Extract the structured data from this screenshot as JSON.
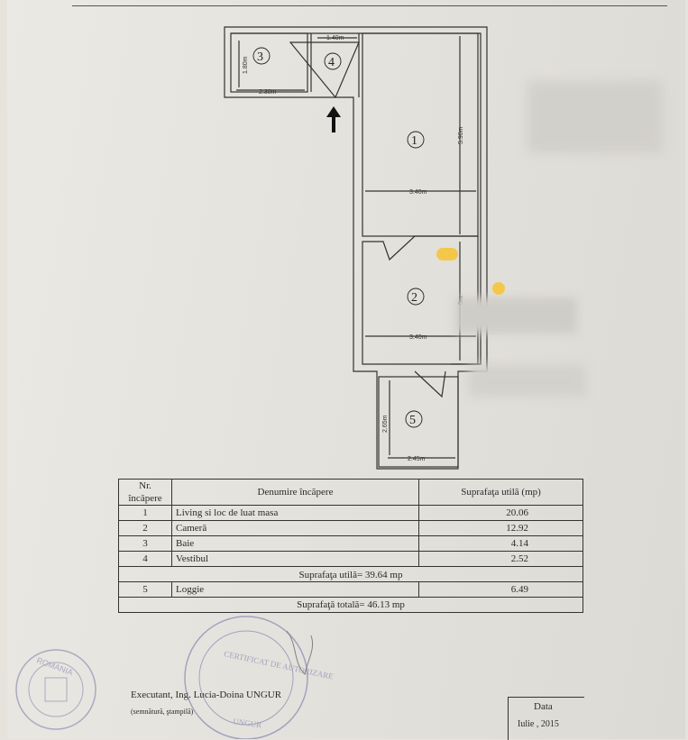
{
  "rooms": [
    {
      "nr": "1",
      "name": "Living si loc de luat masa",
      "area": "20.06"
    },
    {
      "nr": "2",
      "name": "Cameră",
      "area": "12.92"
    },
    {
      "nr": "3",
      "name": "Baie",
      "area": "4.14"
    },
    {
      "nr": "4",
      "name": "Vestibul",
      "area": "2.52"
    }
  ],
  "table": {
    "col_nr": "Nr. încăpere",
    "col_name": "Denumire încăpere",
    "col_area": "Suprafaţa utilă (mp)",
    "useful_total": "Suprafaţa utilă= 39.64 mp",
    "loggia": {
      "nr": "5",
      "name": "Loggie",
      "area": "6.49"
    },
    "grand_total": "Suprafaţă totală= 46.13 mp"
  },
  "footer": {
    "executant": "Executant, Ing. Lucia-Doina UNGUR",
    "signature_note": "(semnătură, ştampilă)",
    "date_label": "Data",
    "date_value": "Iulie , 2015"
  },
  "plan": {
    "room_numbers": [
      "1",
      "2",
      "3",
      "4",
      "5"
    ],
    "dims": {
      "d1": "1.40m",
      "d2": "1.80m",
      "d3": "2.30m",
      "d4": "5.90m",
      "d5": "3.40m",
      "d6": "0m",
      "d7": "3.40m",
      "d8": "2.65m",
      "d9": "2.45m"
    }
  },
  "stamp": {
    "certificate_text": "CERTIFICAT DE AUTORIZARE",
    "name_text": "UNGUR",
    "seal_text": "ROMANIA"
  },
  "colors": {
    "highlight": "#f3c84a",
    "ink": "#2a2a2a",
    "stamp": "#6a6fa8"
  }
}
